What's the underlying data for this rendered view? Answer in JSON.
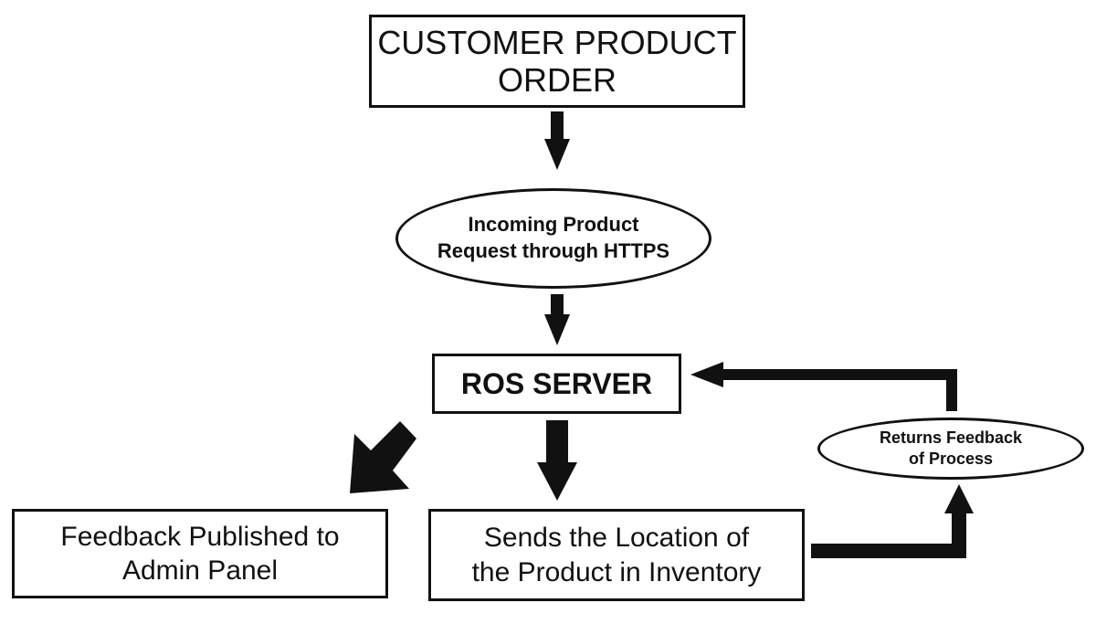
{
  "nodes": {
    "customer_order": {
      "line1": "CUSTOMER PRODUCT",
      "line2": "ORDER"
    },
    "https_request": {
      "line1": "Incoming Product",
      "line2": "Request through HTTPS"
    },
    "ros_server": {
      "label": "ROS SERVER"
    },
    "returns_feedback": {
      "line1": "Returns Feedback",
      "line2": "of Process"
    },
    "admin_panel": {
      "line1": "Feedback Published to",
      "line2": "Admin Panel"
    },
    "product_location": {
      "line1": "Sends the Location of",
      "line2": "the Product in Inventory"
    }
  },
  "colors": {
    "stroke": "#111111",
    "background": "#ffffff"
  }
}
